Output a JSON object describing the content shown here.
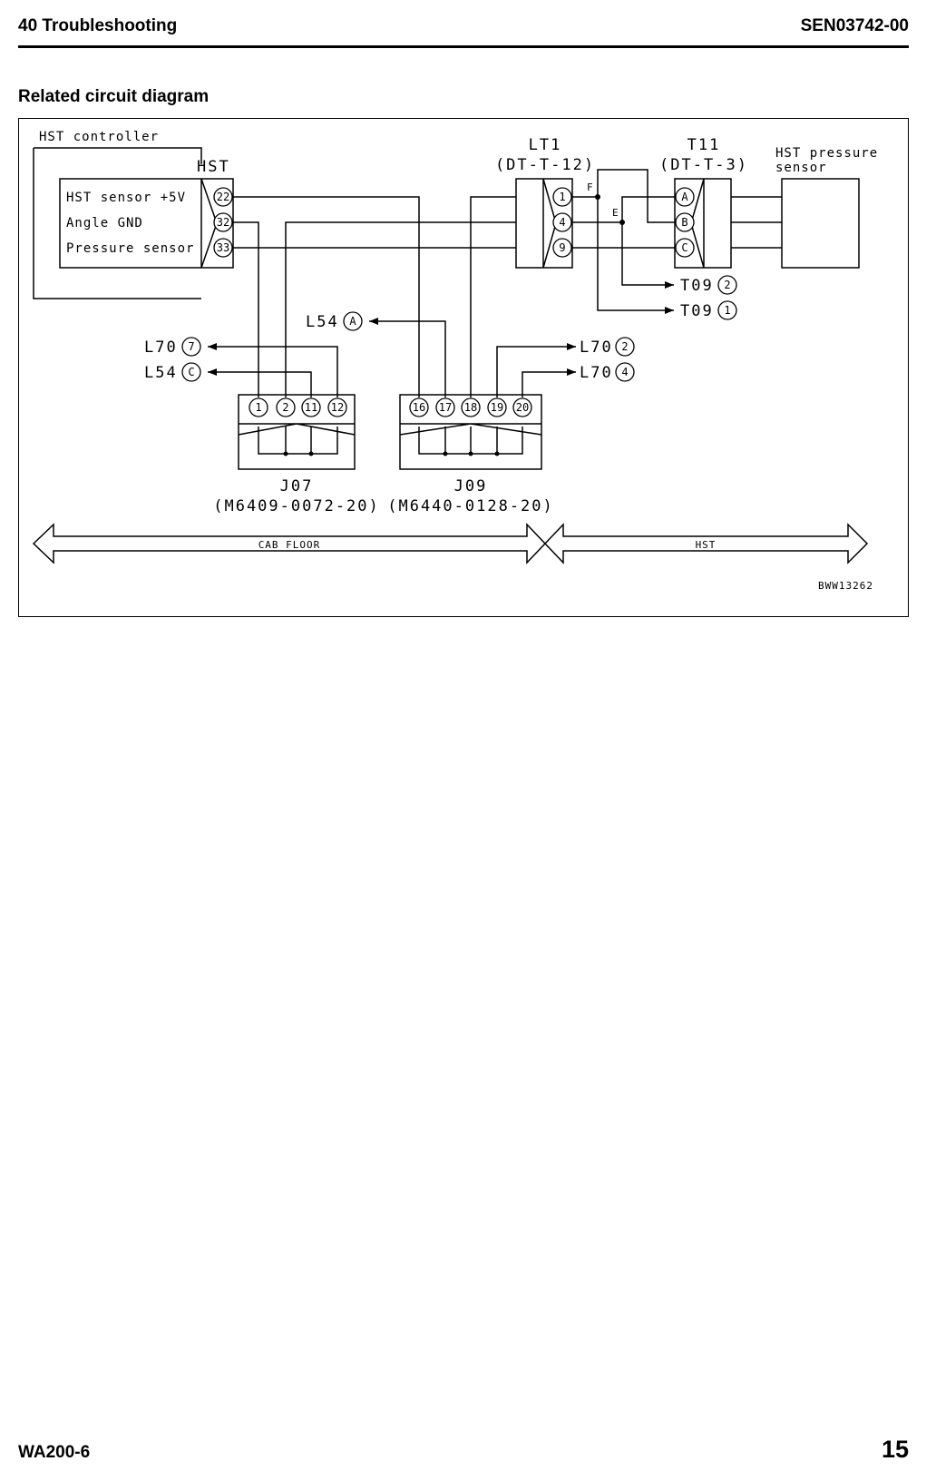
{
  "header": {
    "section": "40 Troubleshooting",
    "doc_code": "SEN03742-00"
  },
  "section_title": "Related circuit diagram",
  "diagram": {
    "hst_controller": {
      "title": "HST controller",
      "connector": "HST",
      "signals": [
        "HST sensor +5V",
        "Angle GND",
        "Pressure sensor"
      ],
      "pins": [
        "22",
        "32",
        "33"
      ]
    },
    "lt1": {
      "name": "LT1",
      "type": "(DT-T-12)",
      "pins": [
        "1",
        "4",
        "9"
      ]
    },
    "t11": {
      "name": "T11",
      "type": "(DT-T-3)",
      "pins": [
        "A",
        "B",
        "C"
      ]
    },
    "sensor": {
      "line1": "HST pressure",
      "line2": "sensor"
    },
    "splices": {
      "f": "F",
      "e": "E"
    },
    "t09_refs": [
      {
        "name": "T09",
        "pin": "2"
      },
      {
        "name": "T09",
        "pin": "1"
      }
    ],
    "j07": {
      "name": "J07",
      "part": "(M6409-0072-20)",
      "pins": [
        "1",
        "2",
        "11",
        "12"
      ]
    },
    "j09": {
      "name": "J09",
      "part": "(M6440-0128-20)",
      "pins": [
        "16",
        "17",
        "18",
        "19",
        "20"
      ]
    },
    "left_refs": [
      {
        "name": "L70",
        "pin": "7"
      },
      {
        "name": "L54",
        "pin": "C"
      }
    ],
    "l54a": {
      "name": "L54",
      "pin": "A"
    },
    "right_refs": [
      {
        "name": "L70",
        "pin": "2"
      },
      {
        "name": "L70",
        "pin": "4"
      }
    ],
    "zones": [
      "CAB FLOOR",
      "HST"
    ],
    "figure_id": "BWW13262"
  },
  "footer": {
    "model": "WA200-6",
    "page": "15"
  }
}
